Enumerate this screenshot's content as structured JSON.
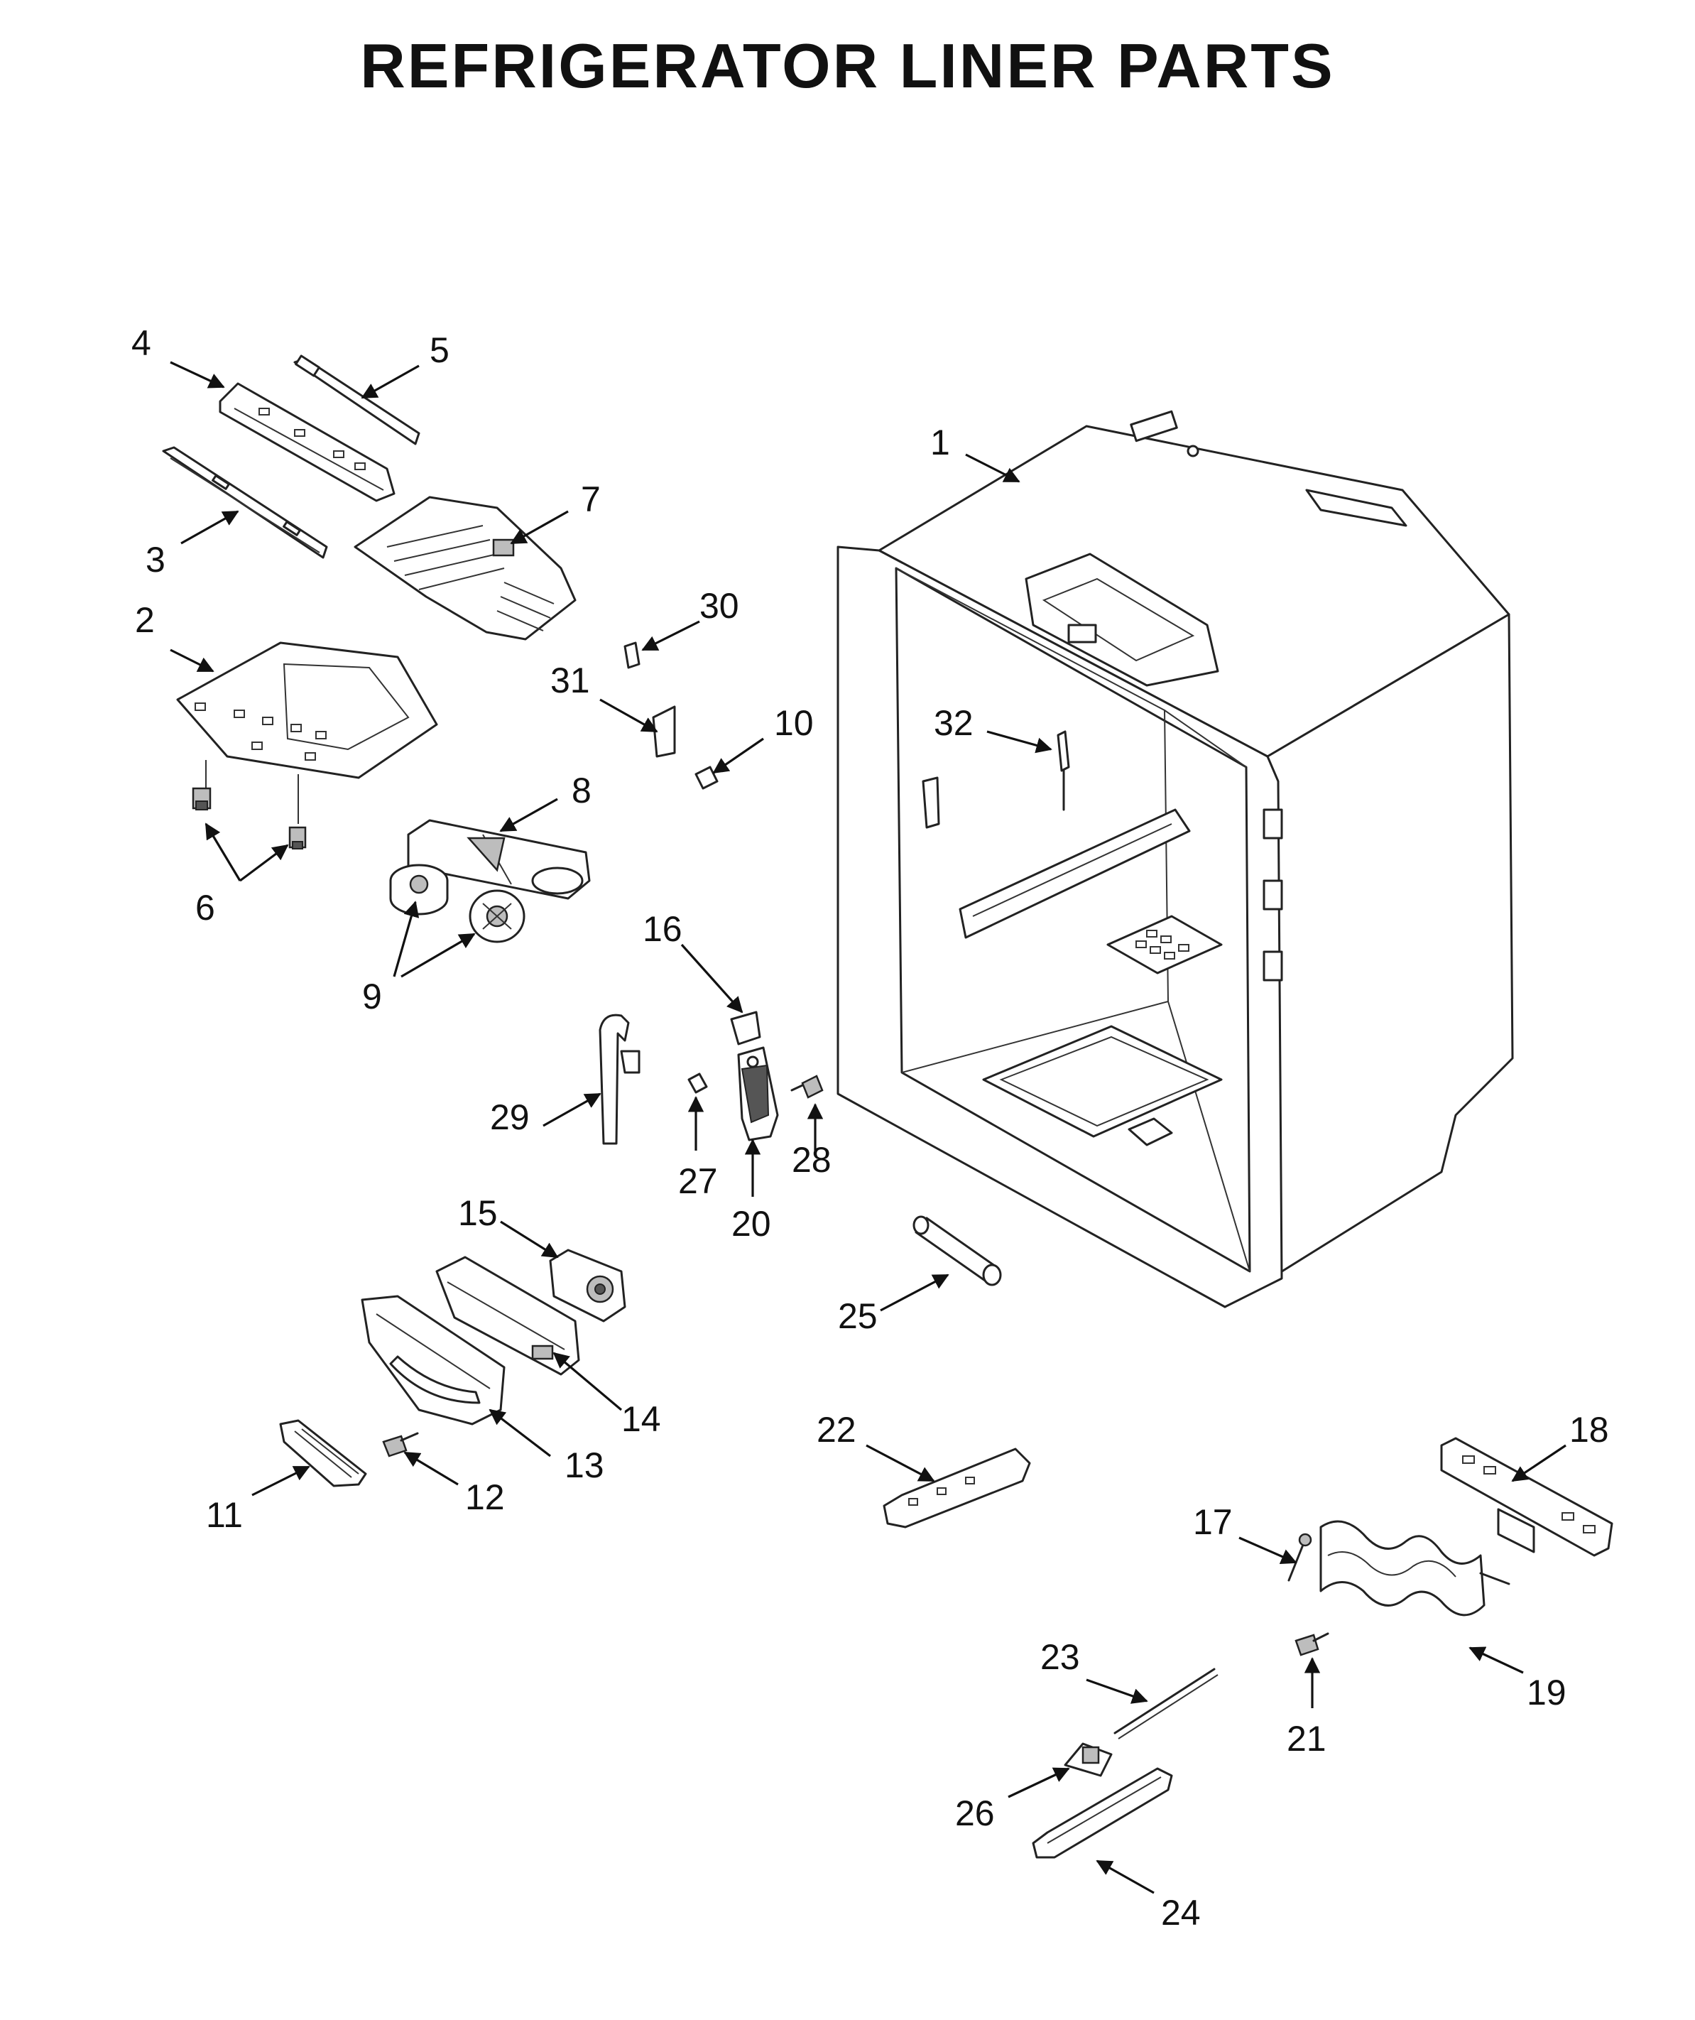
{
  "title": "REFRIGERATOR LINER PARTS",
  "callouts": [
    {
      "id": "1"
    },
    {
      "id": "2"
    },
    {
      "id": "3"
    },
    {
      "id": "4"
    },
    {
      "id": "5"
    },
    {
      "id": "6"
    },
    {
      "id": "7"
    },
    {
      "id": "8"
    },
    {
      "id": "9"
    },
    {
      "id": "10"
    },
    {
      "id": "11"
    },
    {
      "id": "12"
    },
    {
      "id": "13"
    },
    {
      "id": "14"
    },
    {
      "id": "15"
    },
    {
      "id": "16"
    },
    {
      "id": "17"
    },
    {
      "id": "18"
    },
    {
      "id": "19"
    },
    {
      "id": "20"
    },
    {
      "id": "21"
    },
    {
      "id": "22"
    },
    {
      "id": "23"
    },
    {
      "id": "24"
    },
    {
      "id": "25"
    },
    {
      "id": "26"
    },
    {
      "id": "27"
    },
    {
      "id": "28"
    },
    {
      "id": "29"
    },
    {
      "id": "30"
    },
    {
      "id": "31"
    },
    {
      "id": "32"
    }
  ],
  "colors": {
    "line": "#222222",
    "text": "#111111",
    "background": "#ffffff"
  }
}
